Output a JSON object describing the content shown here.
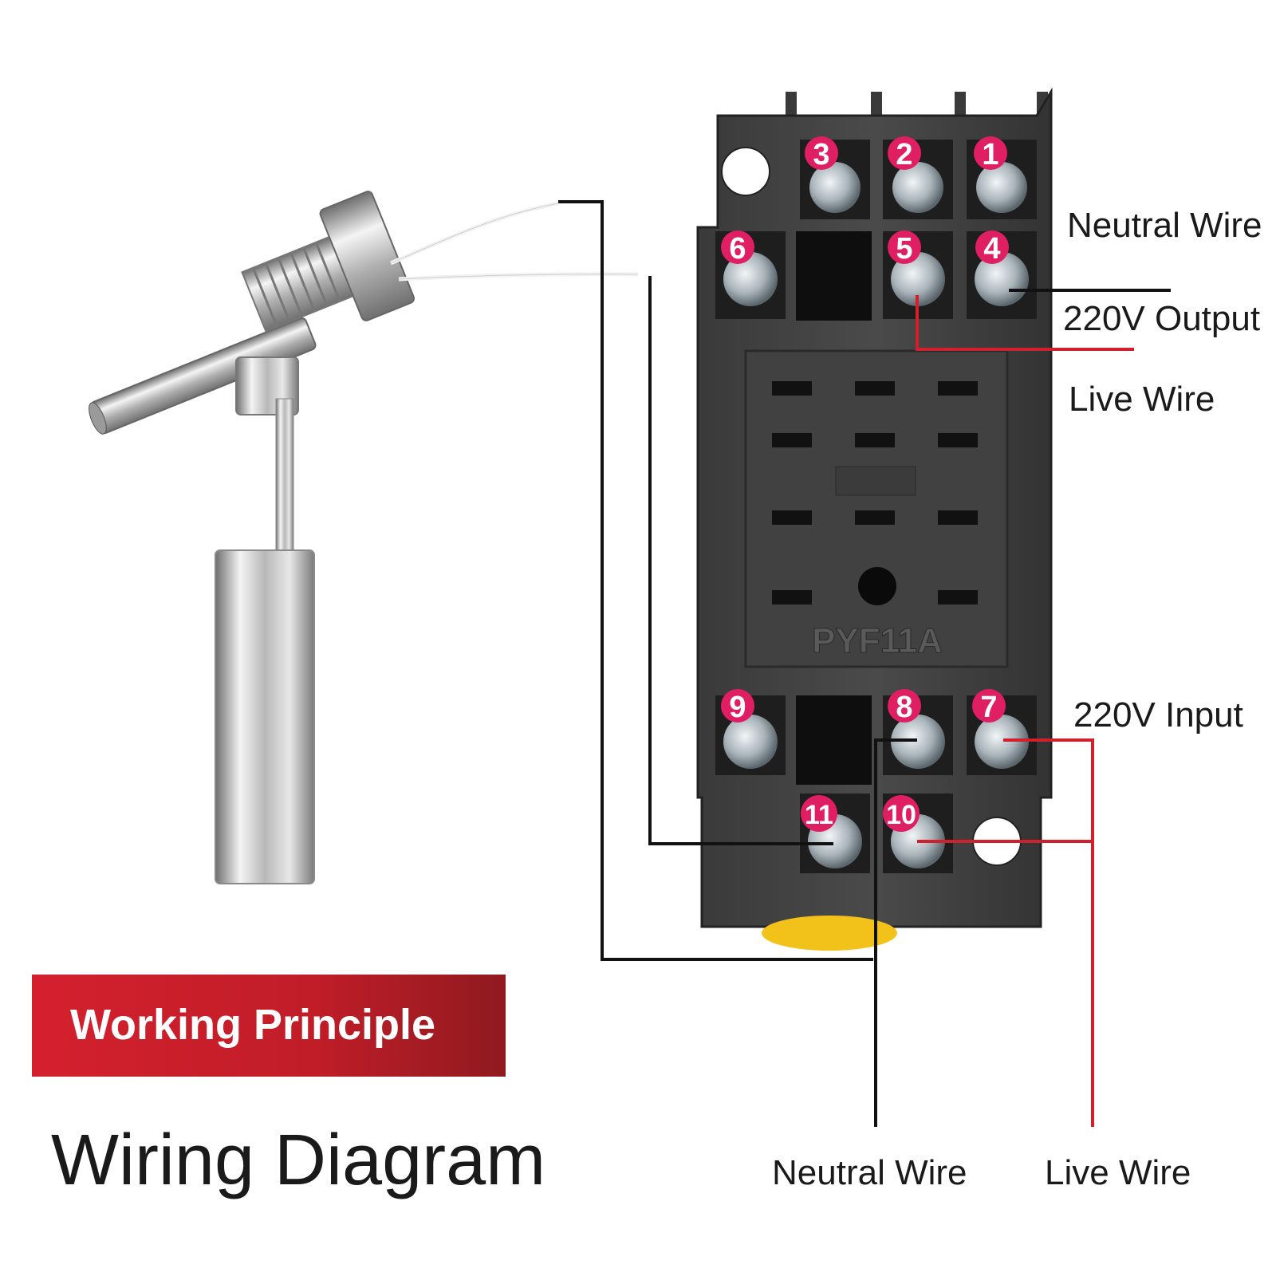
{
  "banner": {
    "label": "Working Principle",
    "color": "#c8202b"
  },
  "title": "Wiring Diagram",
  "socket": {
    "model": "PYF11A",
    "terminal_badges": [
      "1",
      "2",
      "3",
      "4",
      "5",
      "6",
      "7",
      "8",
      "9",
      "10",
      "11"
    ],
    "badge_color": "#e01f63"
  },
  "labels": {
    "top_neutral": "Neutral Wire",
    "output": "220V Output",
    "top_live": "Live Wire",
    "input": "220V Input",
    "bottom_neutral": "Neutral Wire",
    "bottom_live": "Live Wire"
  },
  "wire_colors": {
    "neutral": "#111111",
    "live": "#d21f2d"
  }
}
